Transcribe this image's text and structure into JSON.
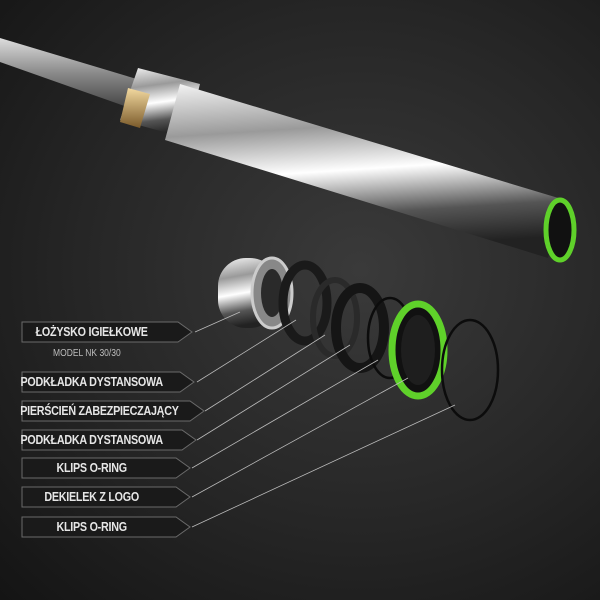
{
  "labels": [
    {
      "text": "ŁOŻYSKO IGIEŁKOWE",
      "subtext": "MODEL NK 30/30"
    },
    {
      "text": "PODKŁADKA DYSTANSOWA"
    },
    {
      "text": "PIERŚCIEŃ ZABEZPIECZAJĄCY"
    },
    {
      "text": "PODKŁADKA DYSTANSOWA"
    },
    {
      "text": "KLIPS O-RING"
    },
    {
      "text": "DEKIELEK Z LOGO"
    },
    {
      "text": "KLIPS O-RING"
    }
  ],
  "colors": {
    "accent_green": "#5fd12a",
    "label_bg": "#1a1a1a",
    "label_border": "#6a6a6a"
  }
}
